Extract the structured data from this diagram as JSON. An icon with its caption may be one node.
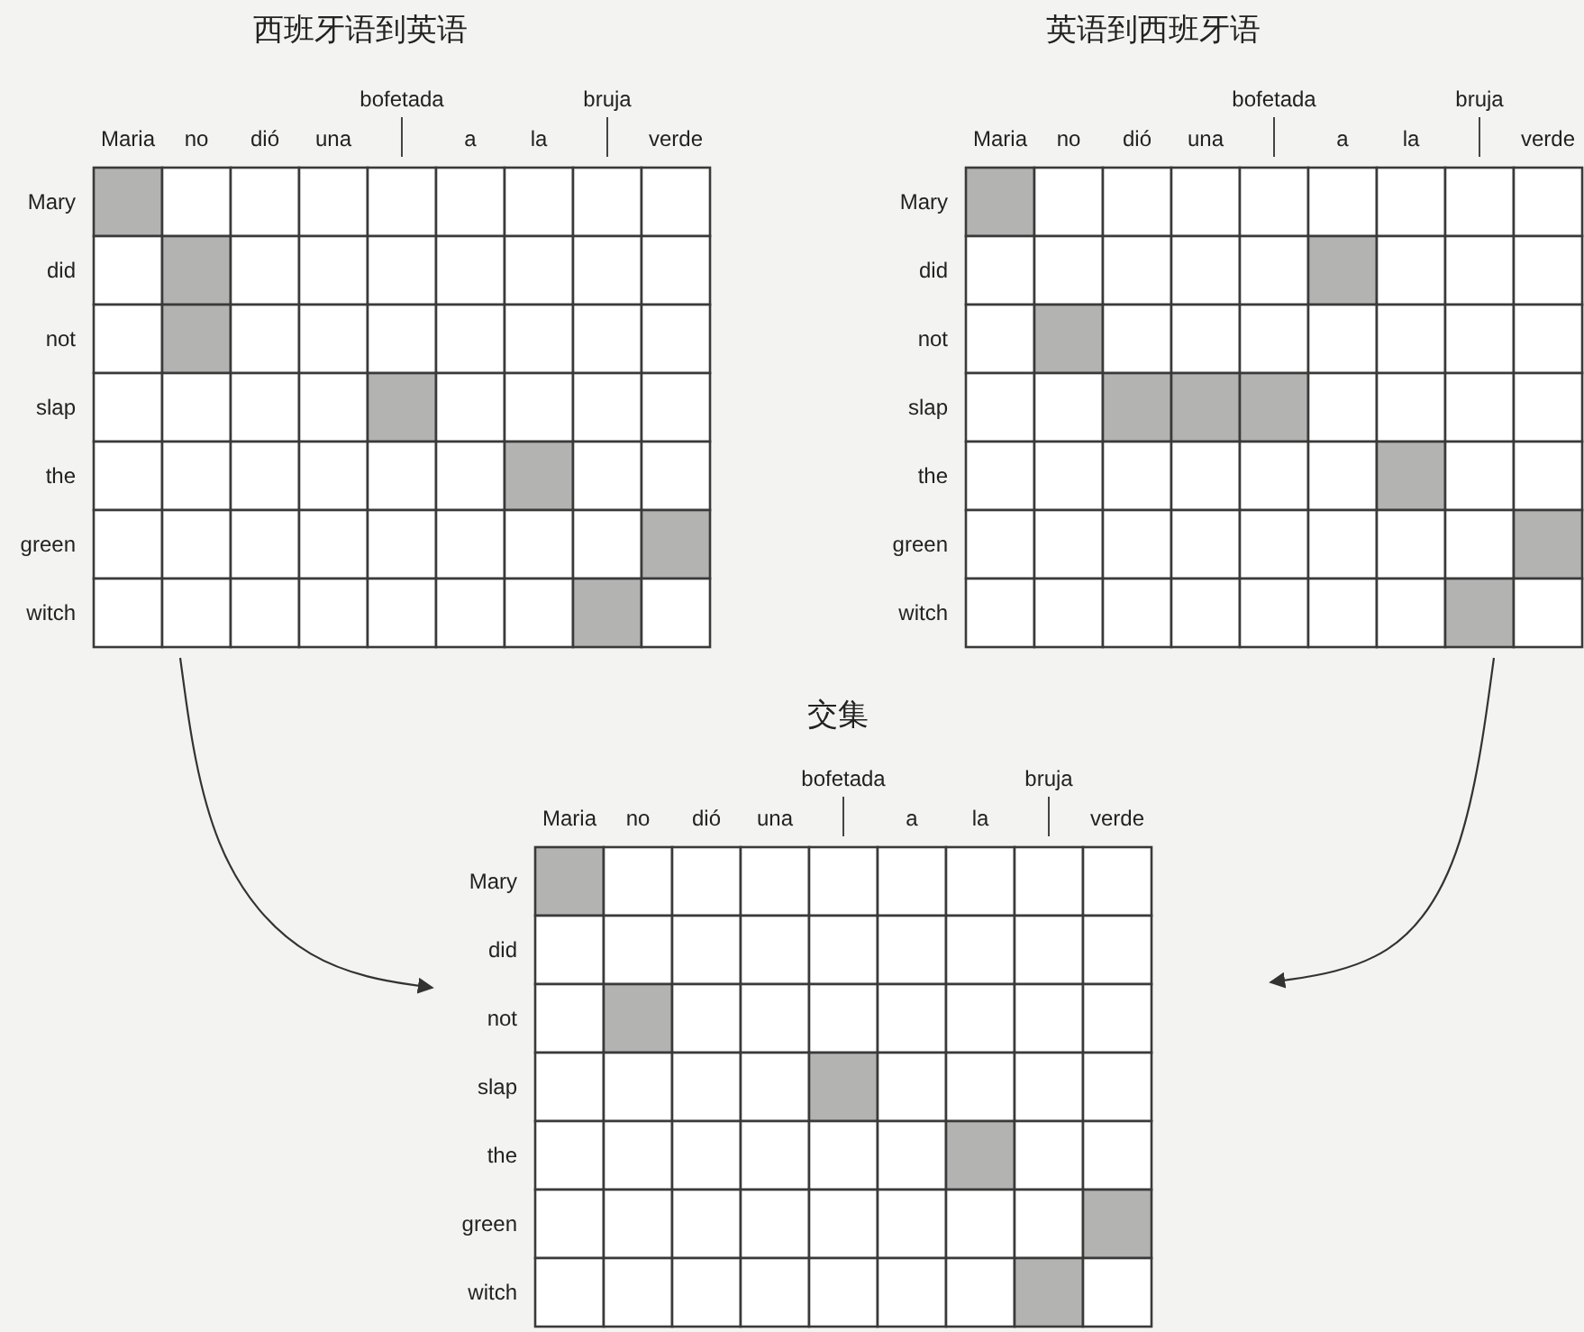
{
  "diagram": {
    "nodes": [
      {
        "text": [
          "西班牙语到英语",
          "Maria",
          "no",
          "dió",
          "una",
          "bofetada",
          "a",
          "la",
          "bruja",
          "verde",
          "Mary",
          "did",
          "not",
          "slap",
          "the",
          "green",
          "witch"
        ]
      },
      {
        "text": [
          "英语到西班牙语",
          "Maria",
          "no",
          "dió",
          "una",
          "bofetada",
          "a",
          "la",
          "bruja",
          "verde",
          "Mary",
          "did",
          "not",
          "slap",
          "the",
          "green",
          "witch"
        ]
      },
      {
        "text": [
          "交集",
          "Maria",
          "no",
          "dió",
          "una",
          "bofetada",
          "a",
          "la",
          "bruja",
          "verde",
          "Mary",
          "did",
          "not",
          "slap",
          "the",
          "green",
          "witch"
        ]
      }
    ],
    "edges": [
      {
        "from": 0,
        "to": 2,
        "arrow": "to"
      },
      {
        "from": 1,
        "to": 2,
        "arrow": "to"
      }
    ]
  }
}
